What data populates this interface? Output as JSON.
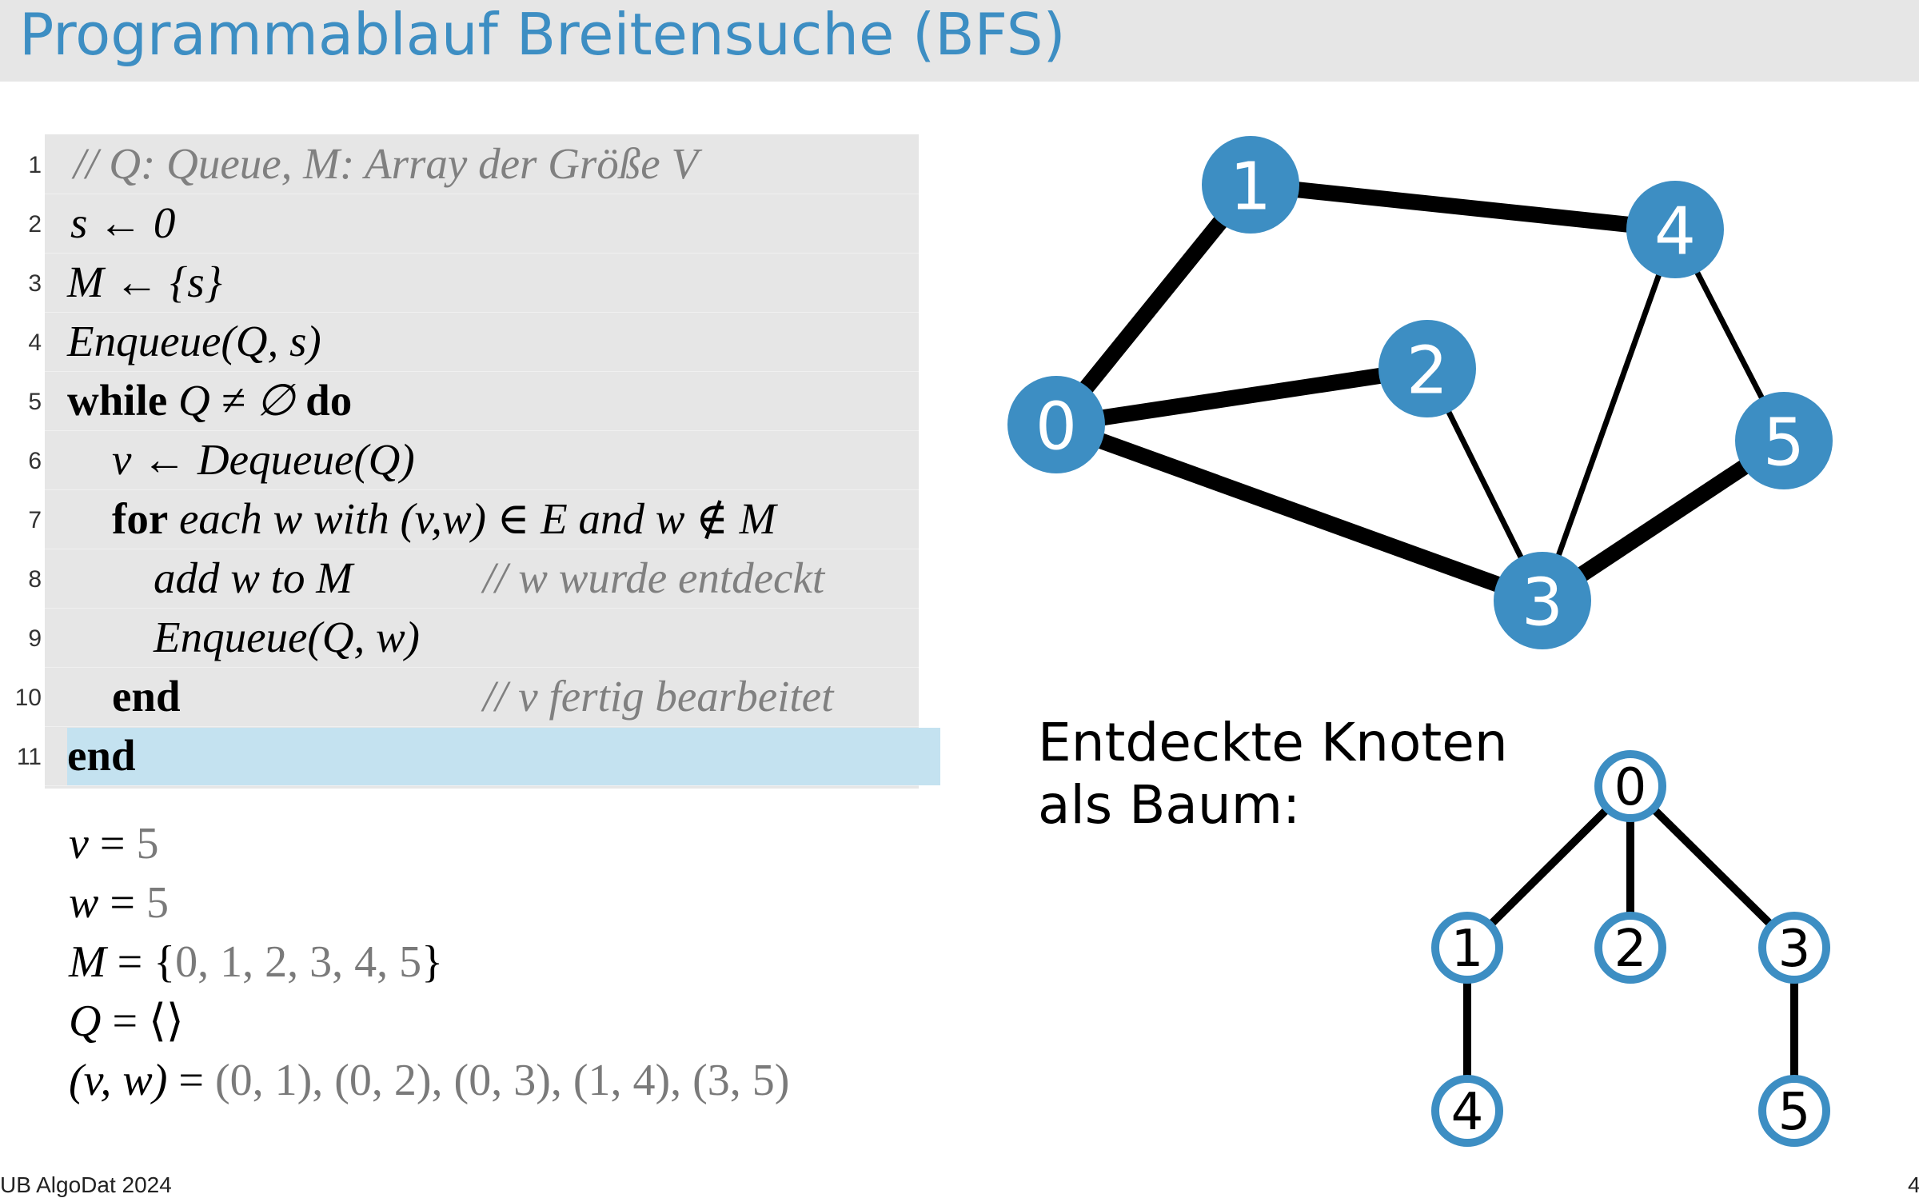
{
  "slide": {
    "title": "Programmablauf Breitensuche (BFS)",
    "footer": "UB AlgoDat 2024",
    "page": "4"
  },
  "colors": {
    "accent": "#3d8ec3",
    "title_bar": "#e6e6e6",
    "code_bg": "#e6e6e6",
    "highlight": "#c4e2f0",
    "comment": "#808080"
  },
  "code": {
    "highlighted_line": 11,
    "lines": [
      {
        "n": "1",
        "kw": "",
        "text": "// Q: Queue, M: Array der Größe V",
        "comment": ""
      },
      {
        "n": "2",
        "kw": "",
        "text": "s ← 0",
        "comment": ""
      },
      {
        "n": "3",
        "kw": "",
        "text": "M ← {s}",
        "comment": ""
      },
      {
        "n": "4",
        "kw": "",
        "text": "Enqueue(Q, s)",
        "comment": ""
      },
      {
        "n": "5",
        "kw": "while",
        "text": "Q ≠ ∅",
        "kw2": "do",
        "comment": ""
      },
      {
        "n": "6",
        "kw": "",
        "text": "v ← Dequeue(Q)",
        "comment": ""
      },
      {
        "n": "7",
        "kw": "for",
        "text": "each w with (v,w) ∈ E and w ∉ M",
        "comment": ""
      },
      {
        "n": "8",
        "kw": "",
        "text": "add w to M",
        "comment": "// w wurde entdeckt"
      },
      {
        "n": "9",
        "kw": "",
        "text": "Enqueue(Q, w)",
        "comment": ""
      },
      {
        "n": "10",
        "kw": "end",
        "text": "",
        "comment": "// v fertig bearbeitet"
      },
      {
        "n": "11",
        "kw": "end",
        "text": "",
        "comment": ""
      }
    ]
  },
  "state": {
    "v_label": "v",
    "v_value": "5",
    "w_label": "w",
    "w_value": "5",
    "M_label": "M",
    "M_value": "0, 1, 2, 3, 4, 5",
    "Q_label": "Q",
    "Q_value": "⟨⟩",
    "vw_label": "(v, w)",
    "vw_value": "(0, 1), (0, 2), (0, 3), (1, 4), (3, 5)"
  },
  "graph": {
    "nodes": [
      "0",
      "1",
      "2",
      "3",
      "4",
      "5"
    ],
    "edges": [
      {
        "a": "0",
        "b": "1",
        "tree": true
      },
      {
        "a": "0",
        "b": "2",
        "tree": true
      },
      {
        "a": "0",
        "b": "3",
        "tree": true
      },
      {
        "a": "1",
        "b": "4",
        "tree": true
      },
      {
        "a": "3",
        "b": "5",
        "tree": true
      },
      {
        "a": "2",
        "b": "3",
        "tree": false
      },
      {
        "a": "3",
        "b": "4",
        "tree": false
      },
      {
        "a": "4",
        "b": "5",
        "tree": false
      }
    ]
  },
  "tree": {
    "label": "Entdeckte Knoten\nals Baum:",
    "nodes": [
      "0",
      "1",
      "2",
      "3",
      "4",
      "5"
    ],
    "edges": [
      {
        "a": "0",
        "b": "1"
      },
      {
        "a": "0",
        "b": "2"
      },
      {
        "a": "0",
        "b": "3"
      },
      {
        "a": "1",
        "b": "4"
      },
      {
        "a": "3",
        "b": "5"
      }
    ]
  }
}
